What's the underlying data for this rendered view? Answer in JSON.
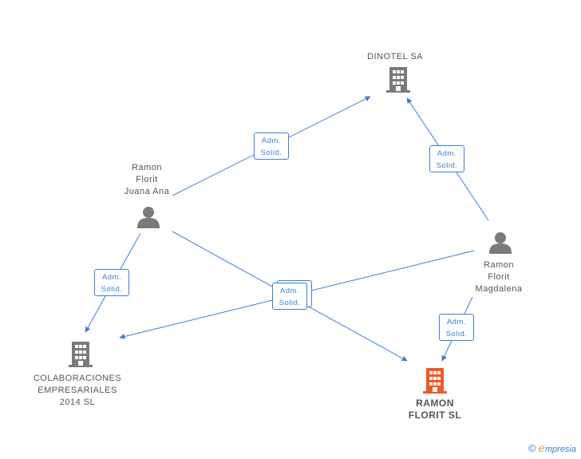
{
  "nodes": {
    "dinotel": {
      "label": "DINOTEL SA",
      "type": "company",
      "color": "#7a7a7a"
    },
    "juana": {
      "label": "Ramon\nFlorit\nJuana Ana",
      "type": "person",
      "color": "#7a7a7a"
    },
    "magdalena": {
      "label": "Ramon\nFlorit\nMagdalena",
      "type": "person",
      "color": "#7a7a7a"
    },
    "colab": {
      "label": "COLABORACIONES\nEMPRESARIALES\n2014  SL",
      "type": "company",
      "color": "#7a7a7a"
    },
    "ramon": {
      "label": "RAMON\nFLORIT  SL",
      "type": "company",
      "color": "#f05a28"
    }
  },
  "edges": [
    {
      "from": "juana",
      "to": "dinotel",
      "line1": "Adm.",
      "line2": "Solid."
    },
    {
      "from": "magdalena",
      "to": "dinotel",
      "line1": "Adm.",
      "line2": "Solid."
    },
    {
      "from": "juana",
      "to": "colab",
      "line1": "Adm.",
      "line2": "Solid."
    },
    {
      "from": "magdalena",
      "to": "colab",
      "line1": "Adm.",
      "line2": "Solid."
    },
    {
      "from": "juana",
      "to": "ramon",
      "line1": "Adm.",
      "line2": "Solid."
    },
    {
      "from": "magdalena",
      "to": "ramon",
      "line1": "Adm.",
      "line2": "Solid."
    }
  ],
  "colors": {
    "edge": "#3b7fd4",
    "icon": "#7a7a7a",
    "highlight": "#f05a28"
  },
  "brand": {
    "copyright": "©",
    "e": "e",
    "rest": "mpresia"
  }
}
